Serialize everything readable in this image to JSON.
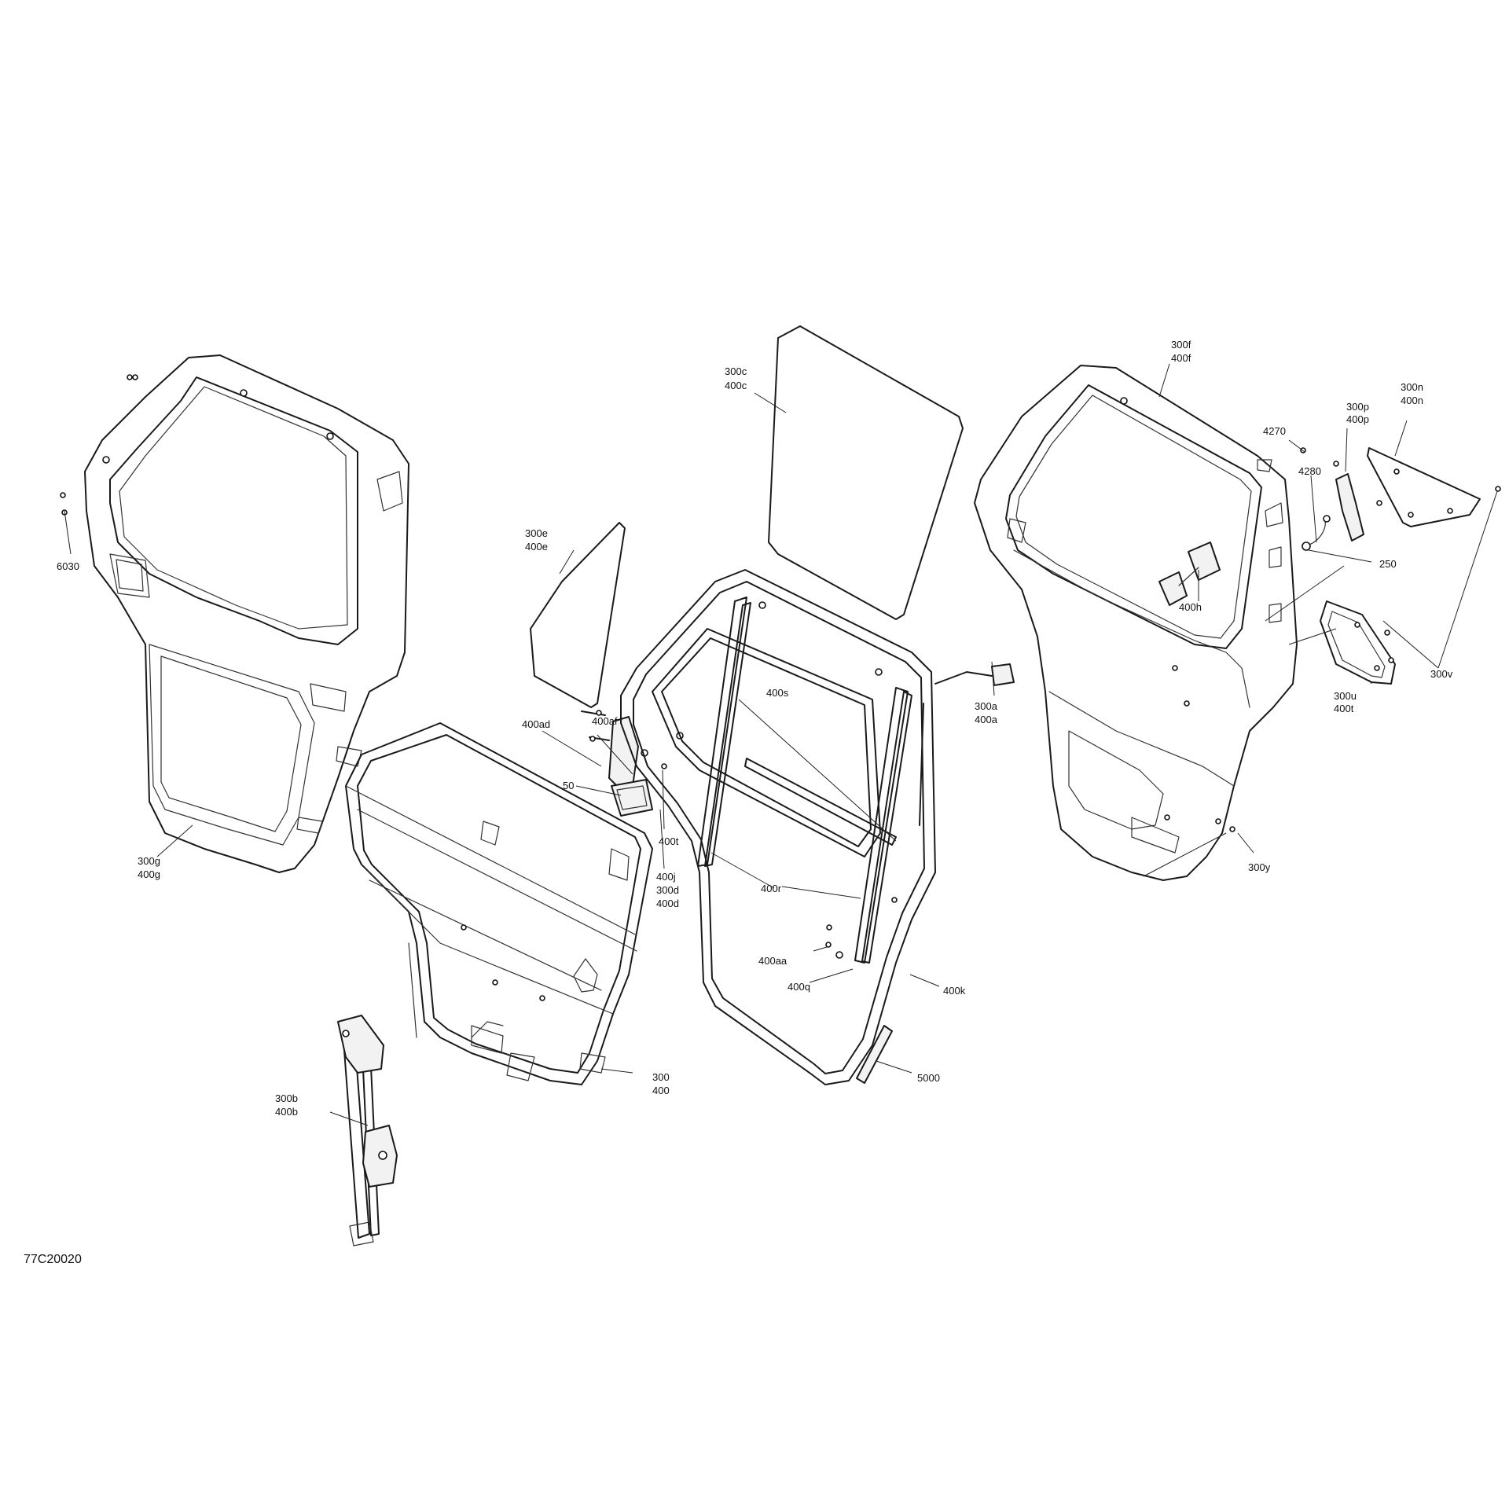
{
  "diagram_code": "77C20020",
  "labels": {
    "l_300c": "300c",
    "l_400c": "400c",
    "l_300f": "300f",
    "l_400f": "400f",
    "l_300n": "300n",
    "l_400n": "400n",
    "l_300p": "300p",
    "l_400p": "400p",
    "l_4270": "4270",
    "l_4280": "4280",
    "l_250": "250",
    "l_400h": "400h",
    "l_300v": "300v",
    "l_300u": "300u",
    "l_400t_r": "400t",
    "l_300y": "300y",
    "l_6030": "6030",
    "l_300g": "300g",
    "l_400g": "400g",
    "l_300e": "300e",
    "l_400e": "400e",
    "l_400ad": "400ad",
    "l_400af": "400af",
    "l_50": "50",
    "l_400t": "400t",
    "l_400j": "400j",
    "l_300d": "300d",
    "l_400d": "400d",
    "l_400s": "400s",
    "l_300a": "300a",
    "l_400a": "400a",
    "l_400r": "400r",
    "l_400aa": "400aa",
    "l_400q": "400q",
    "l_400k": "400k",
    "l_5000": "5000",
    "l_300": "300",
    "l_400": "400",
    "l_300b": "300b",
    "l_400b": "400b"
  }
}
